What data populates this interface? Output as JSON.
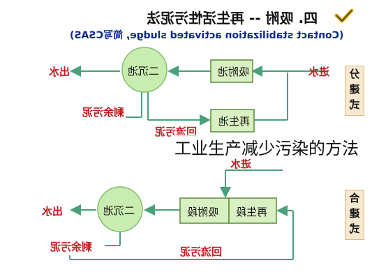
{
  "title": {
    "main": "四. 吸附 -- 再生活性污泥法",
    "sub": "(Contact stabilization activated sludge, 简写CSAS)"
  },
  "top_diagram": {
    "side_tab": "分建式",
    "box_adsorption": "吸附池",
    "box_regeneration": "再生池",
    "clarifier": "二沉池",
    "inflow": "进水",
    "outflow": "出水",
    "excess_sludge": "剩余污泥",
    "return_sludge": "回流污泥"
  },
  "bottom_diagram": {
    "side_tab": "合建式",
    "segment_adsorption": "吸附段",
    "segment_regeneration": "再生段",
    "clarifier": "二沉池",
    "inflow": "进水",
    "outflow": "出水",
    "excess_sludge": "剩余污泥",
    "return_sludge": "回流污泥"
  },
  "overlay_caption": "工业生产减少污染的方法",
  "colors": {
    "box_fill": "#d9f0c2",
    "box_stroke": "#5a8a3a",
    "circle_fill": "#c9ecb0",
    "line": "#4aa07a",
    "red_text": "#c0181e",
    "tab_fill": "#f6e9cf"
  }
}
